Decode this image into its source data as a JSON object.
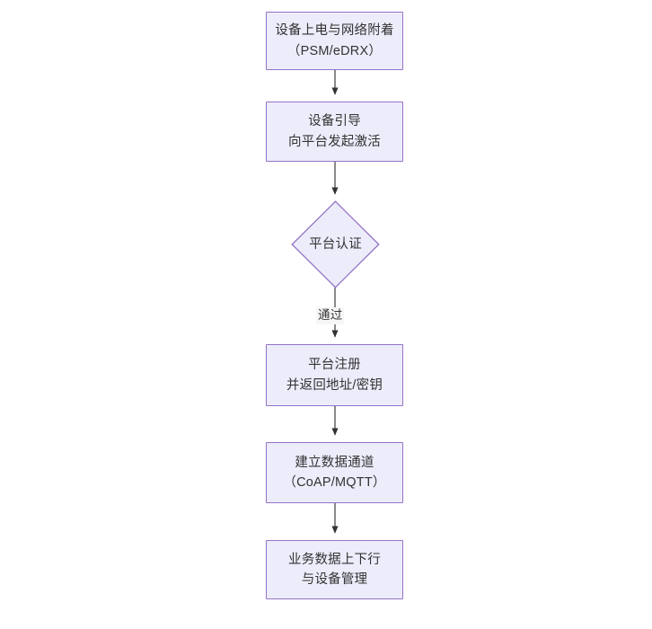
{
  "diagram": {
    "type": "flowchart",
    "orientation": "top-to-bottom",
    "title": "",
    "colors": {
      "node_fill": "#ececfb",
      "node_border": "#9673c7",
      "edge_line": "#333333",
      "text": "#333333",
      "background": "#ffffff",
      "edge_label_background": "#f7f7f7"
    },
    "nodes": [
      {
        "id": "n1",
        "shape": "rectangle",
        "label": "设备上电与网络附着\n（PSM/eDRX）",
        "line1": "设备上电与网络附着",
        "line2": "（PSM/eDRX）"
      },
      {
        "id": "n2",
        "shape": "rectangle",
        "label": "设备引导\n向平台发起激活",
        "line1": "设备引导",
        "line2": "向平台发起激活"
      },
      {
        "id": "n3",
        "shape": "diamond",
        "label": "平台认证",
        "line1": "平台认证",
        "line2": ""
      },
      {
        "id": "n4",
        "shape": "rectangle",
        "label": "平台注册\n并返回地址/密钥",
        "line1": "平台注册",
        "line2": "并返回地址/密钥"
      },
      {
        "id": "n5",
        "shape": "rectangle",
        "label": "建立数据通道\n（CoAP/MQTT）",
        "line1": "建立数据通道",
        "line2": "（CoAP/MQTT）"
      },
      {
        "id": "n6",
        "shape": "rectangle",
        "label": "业务数据上下行\n与设备管理",
        "line1": "业务数据上下行",
        "line2": "与设备管理"
      }
    ],
    "edges": [
      {
        "id": "e1",
        "from": "n1",
        "to": "n2",
        "label": "",
        "arrow": "single"
      },
      {
        "id": "e2",
        "from": "n2",
        "to": "n3",
        "label": "",
        "arrow": "single"
      },
      {
        "id": "e3",
        "from": "n3",
        "to": "n4",
        "label": "通过",
        "arrow": "single"
      },
      {
        "id": "e4",
        "from": "n4",
        "to": "n5",
        "label": "",
        "arrow": "single"
      },
      {
        "id": "e5",
        "from": "n5",
        "to": "n6",
        "label": "",
        "arrow": "single"
      }
    ]
  }
}
